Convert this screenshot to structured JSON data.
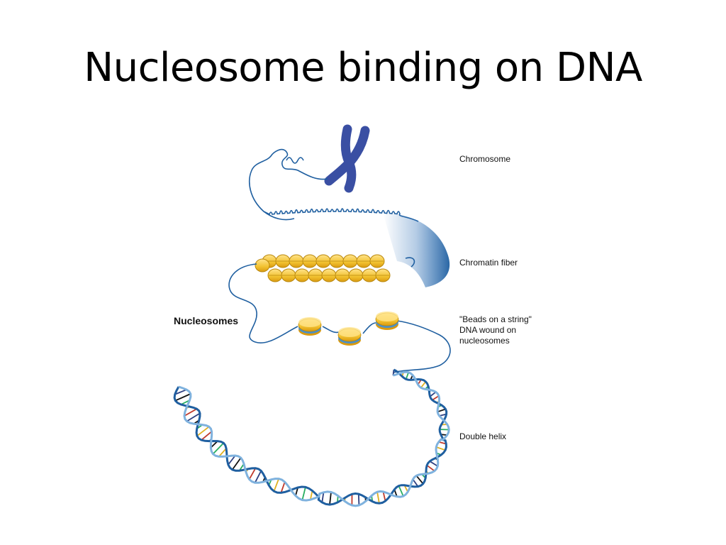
{
  "slide": {
    "title": "Nucleosome binding on DNA"
  },
  "diagram": {
    "levels": [
      {
        "label": "Chromosome"
      },
      {
        "label": "Chromatin fiber"
      },
      {
        "label_lines": [
          "\"Beads on a string\"",
          "DNA wound on",
          "nucleosomes"
        ]
      },
      {
        "label": "Double helix"
      }
    ],
    "callout": "Nucleosomes",
    "colors": {
      "chromosome": "#3a4fa3",
      "dna_strand": "#1f5fa0",
      "bead_fill": "#f2c230",
      "bead_edge": "#b8860b",
      "bead_band": "#4a90c8",
      "fiber_gradient": "#2a6db5"
    }
  }
}
